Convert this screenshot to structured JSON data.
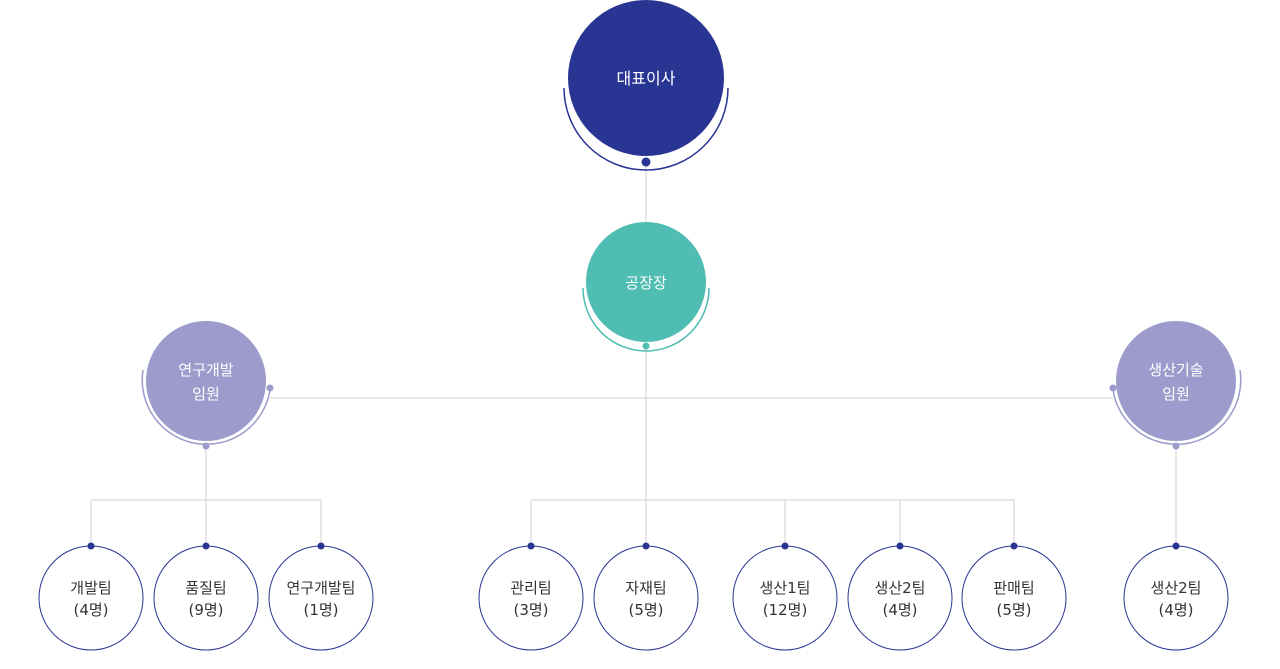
{
  "colors": {
    "ceo": "#283593",
    "plant": "#4fbdb2",
    "exec": "#9c9bcb",
    "team_border": "#283593",
    "team_dot": "#283593",
    "line": "#cfcfd4",
    "text_dark": "#333333",
    "text_light": "#ffffff"
  },
  "nodes": {
    "ceo": {
      "line1": "대표이사"
    },
    "plant": {
      "line1": "공장장"
    },
    "rnd": {
      "line1": "연구개발",
      "line2": "임원"
    },
    "prod": {
      "line1": "생산기술",
      "line2": "임원"
    },
    "dev": {
      "line1": "개발팀",
      "line2": "(4명)"
    },
    "quality": {
      "line1": "품질팀",
      "line2": "(9명)"
    },
    "rndteam": {
      "line1": "연구개발팀",
      "line2": "(1명)"
    },
    "admin": {
      "line1": "관리팀",
      "line2": "(3명)"
    },
    "material": {
      "line1": "자재팀",
      "line2": "(5명)"
    },
    "prod1": {
      "line1": "생산1팀",
      "line2": "(12명)"
    },
    "prod2": {
      "line1": "생산2팀",
      "line2": "(4명)"
    },
    "sales": {
      "line1": "판매팀",
      "line2": "(5명)"
    },
    "prod2b": {
      "line1": "생산2팀",
      "line2": "(4명)"
    }
  }
}
